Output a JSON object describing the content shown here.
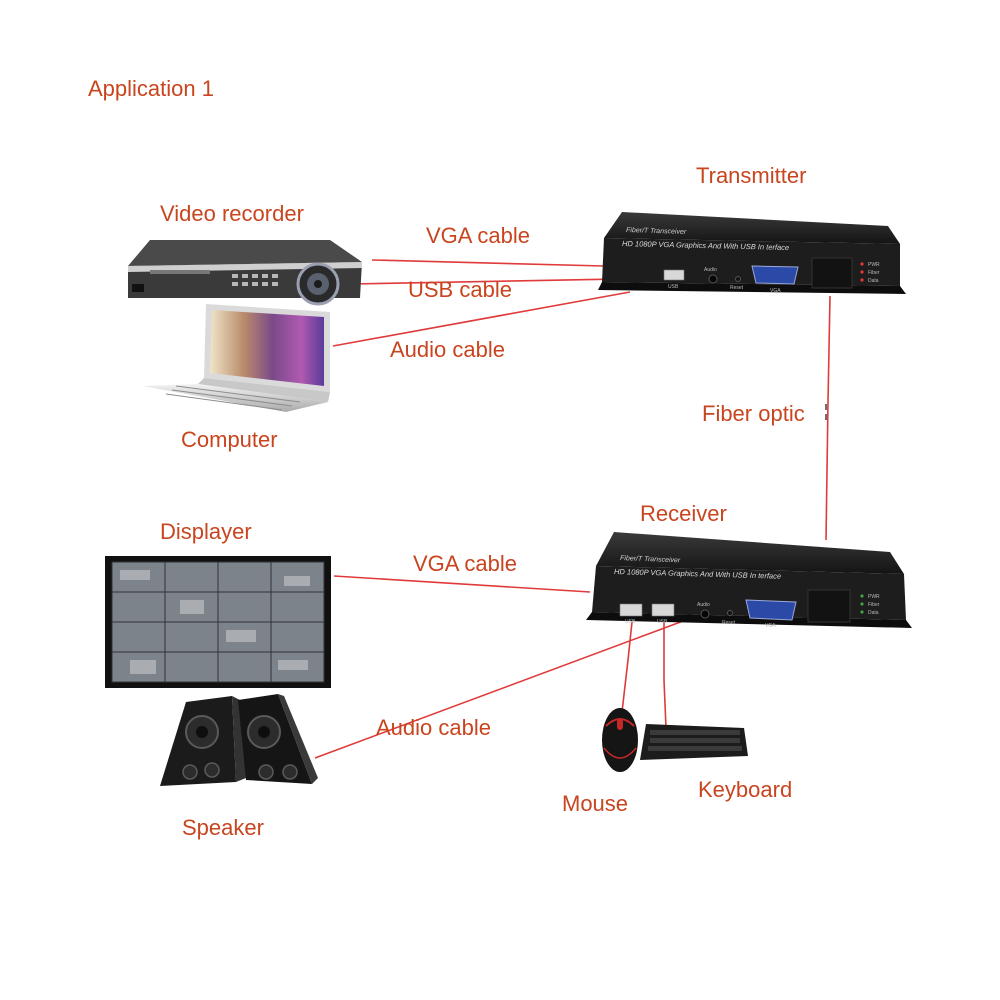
{
  "title": "Application 1",
  "colors": {
    "label": "#c8451f",
    "cable": "#e03a3a",
    "device_body": "#1d1d1d",
    "device_panel": "#2a2a2a",
    "led": "#e53935",
    "led_green": "#43a047",
    "port_blue": "#2b4aa8"
  },
  "devices": {
    "transmitter": {
      "label": "Transmitter",
      "brand": "Fiber/T Transceiver",
      "subtitle": "HD 1080P VGA Graphics And With USB In terface",
      "port_usb": "USB",
      "port_audio": "Audio",
      "port_reset": "Reset",
      "port_vga": "VGA",
      "led_labels": [
        "PWR",
        "Fiber",
        "Data"
      ]
    },
    "receiver": {
      "label": "Receiver",
      "brand": "Fiber/T Transceiver",
      "subtitle": "HD 1080P VGA Graphics And With USB In terface",
      "port_usb_1": "USB",
      "port_usb_2": "USB",
      "port_audio": "Audio",
      "port_reset": "Reset",
      "port_vga": "VGA",
      "led_labels": [
        "PWR",
        "Fiber",
        "Data"
      ]
    },
    "video_recorder": {
      "label": "Video recorder"
    },
    "computer": {
      "label": "Computer"
    },
    "displayer": {
      "label": "Displayer"
    },
    "speaker": {
      "label": "Speaker"
    },
    "mouse": {
      "label": "Mouse"
    },
    "keyboard": {
      "label": "Keyboard"
    }
  },
  "cables": {
    "tx_vga": "VGA cable",
    "tx_usb": "USB cable",
    "tx_audio": "Audio cable",
    "fiber": "Fiber optic",
    "rx_vga": "VGA cable",
    "rx_audio": "Audio cable"
  }
}
